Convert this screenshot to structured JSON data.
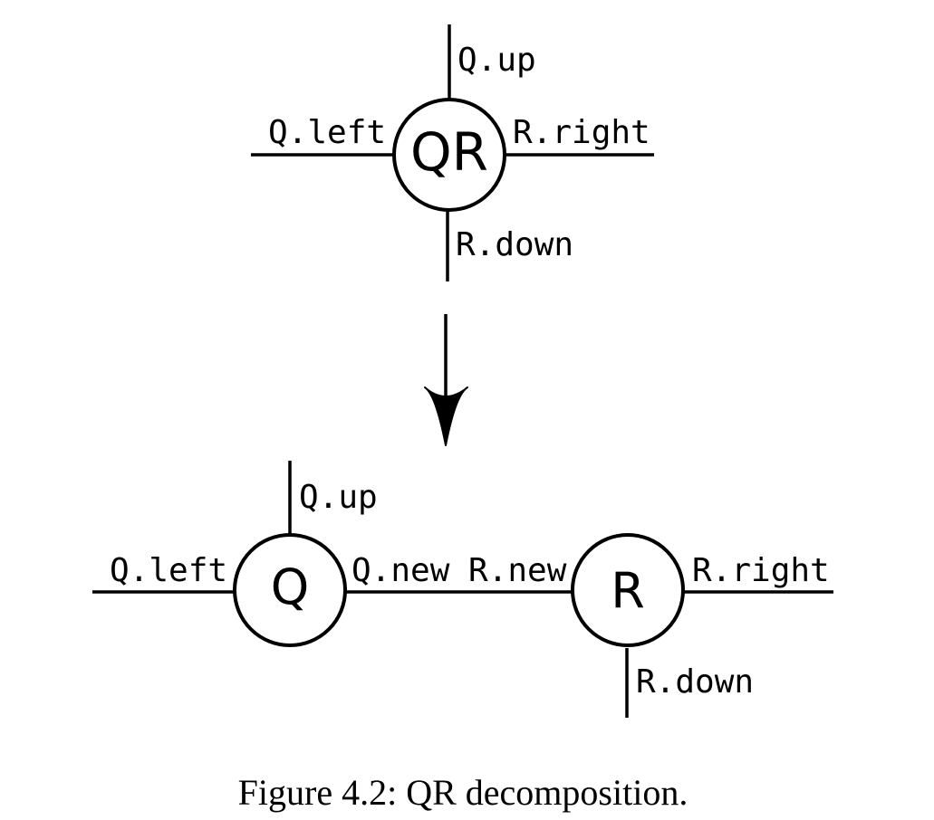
{
  "top_tensor": {
    "node": "QR",
    "legs": {
      "up": "Q.up",
      "left": "Q.left",
      "right": "R.right",
      "down": "R.down"
    }
  },
  "bottom_tensors": {
    "q_node": "Q",
    "r_node": "R",
    "legs": {
      "q_up": "Q.up",
      "q_left": "Q.left",
      "q_new": "Q.new",
      "r_new": "R.new",
      "r_right": "R.right",
      "r_down": "R.down"
    }
  },
  "caption": "Figure 4.2: QR decomposition."
}
